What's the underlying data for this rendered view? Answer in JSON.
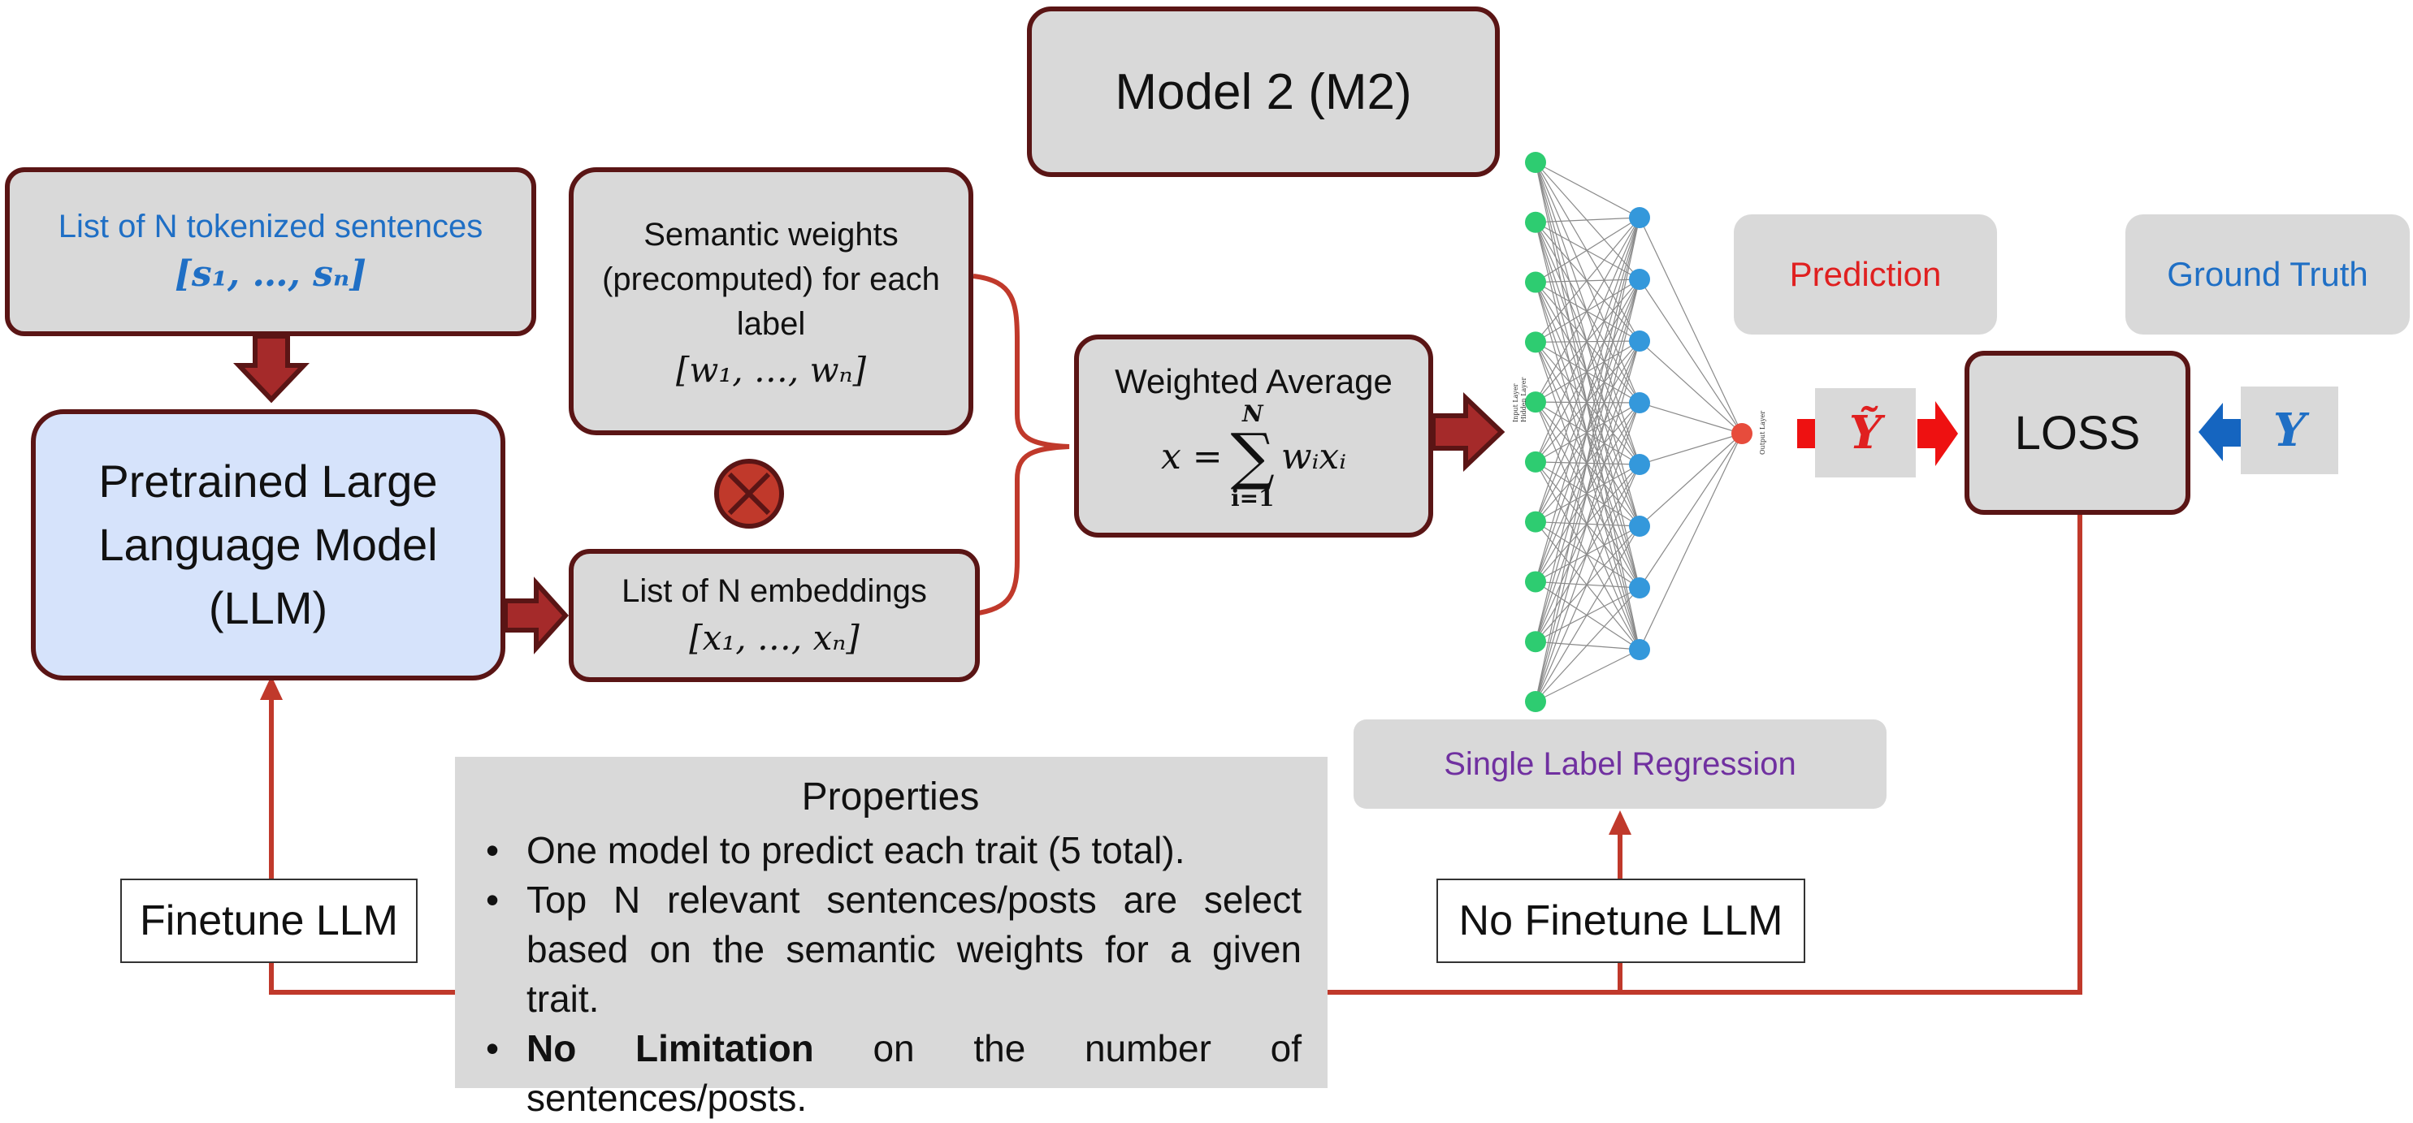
{
  "model_title": "Model 2 (M2)",
  "sentences_box": {
    "label": "List of N tokenized sentences",
    "formula": "[s₁, …, sₙ]",
    "label_color": "#1f6fc5"
  },
  "llm_box": {
    "label": "Pretrained Large Language Model (LLM)",
    "fill": "#d6e3fb"
  },
  "weights_box": {
    "label": "Semantic weights (precomputed) for each label",
    "formula": "[w₁, …, wₙ]"
  },
  "embeddings_box": {
    "label": "List of N embeddings",
    "formula": "[x₁, …, xₙ]"
  },
  "weighted_average_box": {
    "label": "Weighted Average",
    "formula_lhs": "x =",
    "formula_sum_top": "N",
    "formula_sum_symbol": "∑",
    "formula_sum_bottom": "i=1",
    "formula_term": "wᵢxᵢ"
  },
  "multiply_icon": "circled-times",
  "network": {
    "input_layer_label": "Input Layer",
    "hidden_layer_label": "Hidden Layer",
    "output_layer_label": "Output Layer",
    "input_nodes": 10,
    "hidden_nodes": 8,
    "output_nodes": 1,
    "input_color": "#2ecc71",
    "hidden_color": "#3498db",
    "output_color": "#e74c3c"
  },
  "prediction_label": {
    "text": "Prediction",
    "color": "#e02020"
  },
  "ground_truth_label": {
    "text": "Ground Truth",
    "color": "#1f6fc5"
  },
  "y_tilde": {
    "text": "Ỹ",
    "color": "#e02020"
  },
  "y_true": {
    "text": "Y",
    "color": "#1f6fc5"
  },
  "loss_box": {
    "label": "LOSS"
  },
  "single_label_regression": {
    "text": "Single Label Regression",
    "color": "#7030a0"
  },
  "finetune_tag": "Finetune LLM",
  "no_finetune_tag": "No Finetune LLM",
  "properties": {
    "title": "Properties",
    "items": [
      {
        "text": "One model to predict each trait (5 total)."
      },
      {
        "text": "Top N relevant sentences/posts are select based on the semantic weights for a given trait."
      },
      {
        "bold": "No Limitation",
        "text": " on the number of sentences/posts."
      }
    ]
  },
  "colors": {
    "box_border": "#5a1515",
    "arrow_dark": "#9b1b1b",
    "line_red": "#c0392b",
    "box_fill": "#d9d9d9"
  }
}
